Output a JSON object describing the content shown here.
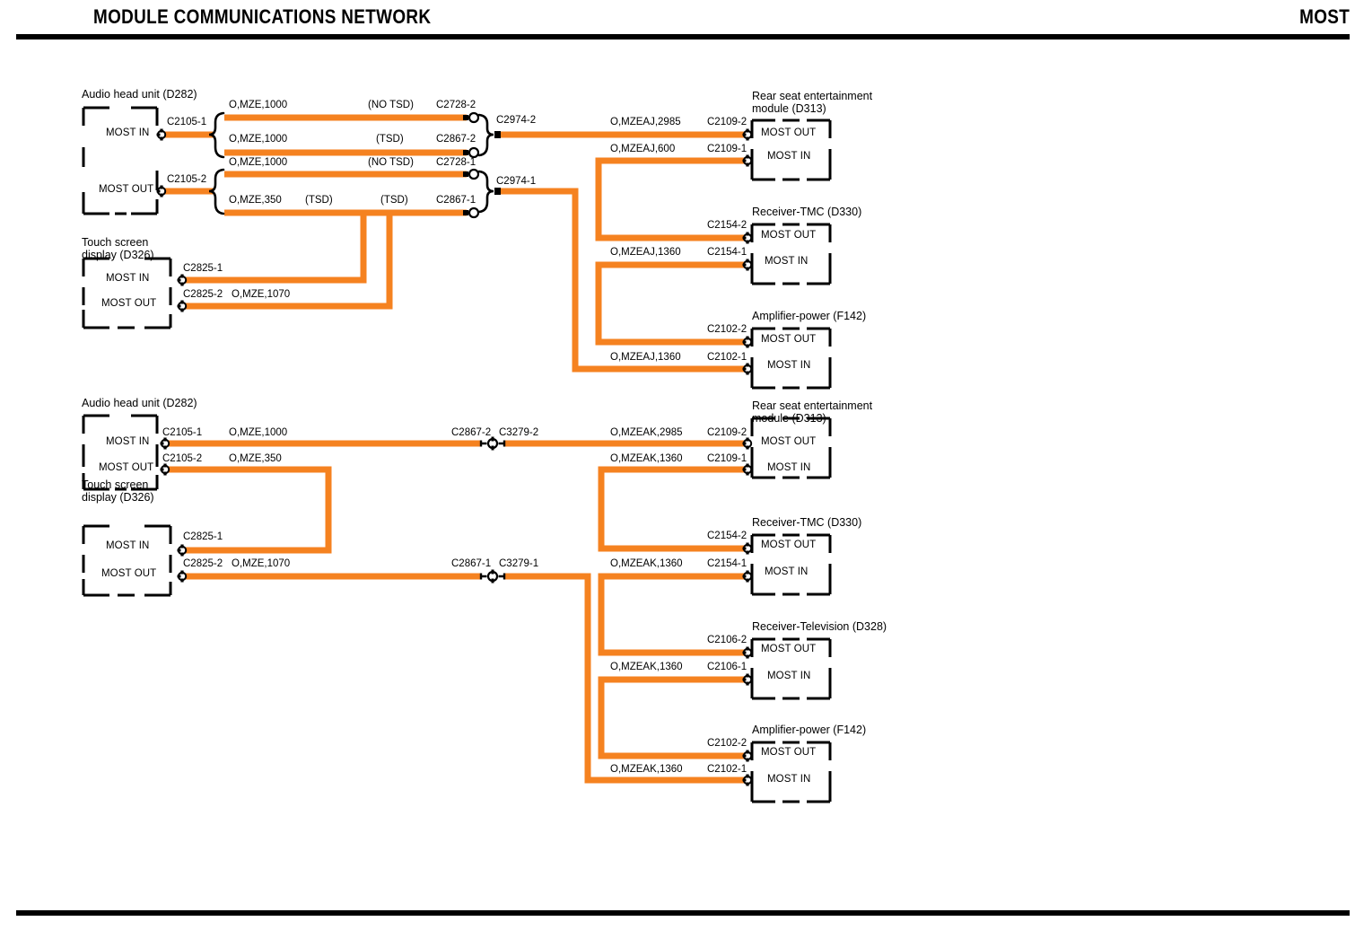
{
  "header": {
    "title": "MODULE COMMUNICATIONS NETWORK",
    "right": "MOST"
  },
  "colors": {
    "wire": "#F58220",
    "ink": "#000000",
    "background": "#FFFFFF"
  },
  "diagrams": [
    {
      "id": "upper",
      "modules": [
        {
          "name": "Audio head unit (D282)",
          "ports": [
            "MOST IN",
            "MOST OUT"
          ]
        },
        {
          "name": "Touch screen display (D326)",
          "ports": [
            "MOST IN",
            "MOST OUT"
          ]
        },
        {
          "name": "Rear seat entertainment module (D313)",
          "ports": [
            "MOST OUT",
            "MOST IN"
          ]
        },
        {
          "name": "Receiver-TMC (D330)",
          "ports": [
            "MOST OUT",
            "MOST IN"
          ]
        },
        {
          "name": "Amplifier-power (F142)",
          "ports": [
            "MOST OUT",
            "MOST IN"
          ]
        }
      ],
      "connectors": [
        "C2105-1",
        "C2105-2",
        "C2728-2",
        "C2867-2",
        "C2728-1",
        "C2867-1",
        "C2974-2",
        "C2974-1",
        "C2825-1",
        "C2825-2",
        "C2109-2",
        "C2109-1",
        "C2154-2",
        "C2154-1",
        "C2102-2",
        "C2102-1"
      ],
      "wire_labels": [
        "O,MZE,1000",
        "O,MZE,1000",
        "O,MZE,1000",
        "O,MZE,350",
        "O,MZE,1070",
        "O,MZEAJ,2985",
        "O,MZEAJ,600",
        "O,MZEAJ,1360",
        "O,MZEAJ,1360"
      ],
      "notes": [
        "(NO TSD)",
        "(TSD)",
        "(NO TSD)",
        "(TSD)",
        "(TSD)"
      ]
    },
    {
      "id": "lower",
      "modules": [
        {
          "name": "Audio head unit (D282)",
          "ports": [
            "MOST IN",
            "MOST OUT"
          ]
        },
        {
          "name": "Touch screen display (D326)",
          "ports": [
            "MOST IN",
            "MOST OUT"
          ]
        },
        {
          "name": "Rear seat entertainment module (D313)",
          "ports": [
            "MOST OUT",
            "MOST IN"
          ]
        },
        {
          "name": "Receiver-TMC (D330)",
          "ports": [
            "MOST OUT",
            "MOST IN"
          ]
        },
        {
          "name": "Receiver-Television (D328)",
          "ports": [
            "MOST OUT",
            "MOST IN"
          ]
        },
        {
          "name": "Amplifier-power (F142)",
          "ports": [
            "MOST OUT",
            "MOST IN"
          ]
        }
      ],
      "connectors": [
        "C2105-1",
        "C2105-2",
        "C2825-1",
        "C2825-2",
        "C2867-2",
        "C3279-2",
        "C2867-1",
        "C3279-1",
        "C2109-2",
        "C2109-1",
        "C2154-2",
        "C2154-1",
        "C2106-2",
        "C2106-1",
        "C2102-2",
        "C2102-1"
      ],
      "wire_labels": [
        "O,MZE,1000",
        "O,MZE,350",
        "O,MZE,1070",
        "O,MZEAK,2985",
        "O,MZEAK,1360",
        "O,MZEAK,1360",
        "O,MZEAK,1360",
        "O,MZEAK,1360"
      ]
    }
  ],
  "labels": {
    "t1_mod_audio": "Audio head unit (D282)",
    "t1_mod_touch_l1": "Touch screen",
    "t1_mod_touch_l2": "display (D326)",
    "t1_mod_rse_l1": "Rear seat entertainment",
    "t1_mod_rse_l2": "module (D313)",
    "t1_mod_tmc": "Receiver-TMC (D330)",
    "t1_mod_amp": "Amplifier-power (F142)",
    "t1_p_in_1": "MOST IN",
    "t1_p_out_1": "MOST OUT",
    "t1_p_in_2": "MOST IN",
    "t1_p_out_2": "MOST OUT",
    "t1_p_out_3": "MOST OUT",
    "t1_p_in_3": "MOST IN",
    "t1_p_out_4": "MOST OUT",
    "t1_p_in_4": "MOST IN",
    "t1_p_out_5": "MOST OUT",
    "t1_p_in_5": "MOST IN",
    "t1_c2105_1": "C2105-1",
    "t1_c2105_2": "C2105-2",
    "t1_c2728_2": "C2728-2",
    "t1_c2867_2": "C2867-2",
    "t1_c2728_1": "C2728-1",
    "t1_c2867_1": "C2867-1",
    "t1_c2974_2": "C2974-2",
    "t1_c2974_1": "C2974-1",
    "t1_c2825_1": "C2825-1",
    "t1_c2825_2": "C2825-2",
    "t1_c2109_2": "C2109-2",
    "t1_c2109_1": "C2109-1",
    "t1_c2154_2": "C2154-2",
    "t1_c2154_1": "C2154-1",
    "t1_c2102_2": "C2102-2",
    "t1_c2102_1": "C2102-1",
    "t1_w1": "O,MZE,1000",
    "t1_w2": "O,MZE,1000",
    "t1_w3": "O,MZE,1000",
    "t1_w4": "O,MZE,350",
    "t1_w5": "O,MZE,1070",
    "t1_w6": "O,MZEAJ,2985",
    "t1_w7": "O,MZEAJ,600",
    "t1_w8": "O,MZEAJ,1360",
    "t1_w9": "O,MZEAJ,1360",
    "t1_n1": "(NO TSD)",
    "t1_n2": "(TSD)",
    "t1_n3": "(NO TSD)",
    "t1_n4": "(TSD)",
    "t1_n5": "(TSD)",
    "t2_mod_audio": "Audio head unit (D282)",
    "t2_mod_touch_l1": "Touch screen",
    "t2_mod_touch_l2": "display (D326)",
    "t2_mod_rse_l1": "Rear seat entertainment",
    "t2_mod_rse_l2": "module (D313)",
    "t2_mod_tmc": "Receiver-TMC (D330)",
    "t2_mod_tv": "Receiver-Television (D328)",
    "t2_mod_amp": "Amplifier-power (F142)",
    "t2_p_in_1": "MOST IN",
    "t2_p_out_1": "MOST OUT",
    "t2_p_in_2": "MOST IN",
    "t2_p_out_2": "MOST OUT",
    "t2_p_out_3": "MOST OUT",
    "t2_p_in_3": "MOST IN",
    "t2_p_out_4": "MOST OUT",
    "t2_p_in_4": "MOST IN",
    "t2_p_out_5": "MOST OUT",
    "t2_p_in_5": "MOST IN",
    "t2_p_out_6": "MOST OUT",
    "t2_p_in_6": "MOST IN",
    "t2_c2105_1": "C2105-1",
    "t2_c2105_2": "C2105-2",
    "t2_c2825_1": "C2825-1",
    "t2_c2825_2": "C2825-2",
    "t2_c2867_2": "C2867-2",
    "t2_c3279_2": "C3279-2",
    "t2_c2867_1": "C2867-1",
    "t2_c3279_1": "C3279-1",
    "t2_c2109_2": "C2109-2",
    "t2_c2109_1": "C2109-1",
    "t2_c2154_2": "C2154-2",
    "t2_c2154_1": "C2154-1",
    "t2_c2106_2": "C2106-2",
    "t2_c2106_1": "C2106-1",
    "t2_c2102_2": "C2102-2",
    "t2_c2102_1": "C2102-1",
    "t2_w1": "O,MZE,1000",
    "t2_w2": "O,MZE,350",
    "t2_w3": "O,MZE,1070",
    "t2_w4": "O,MZEAK,2985",
    "t2_w5": "O,MZEAK,1360",
    "t2_w6": "O,MZEAK,1360",
    "t2_w7": "O,MZEAK,1360",
    "t2_w8": "O,MZEAK,1360"
  }
}
